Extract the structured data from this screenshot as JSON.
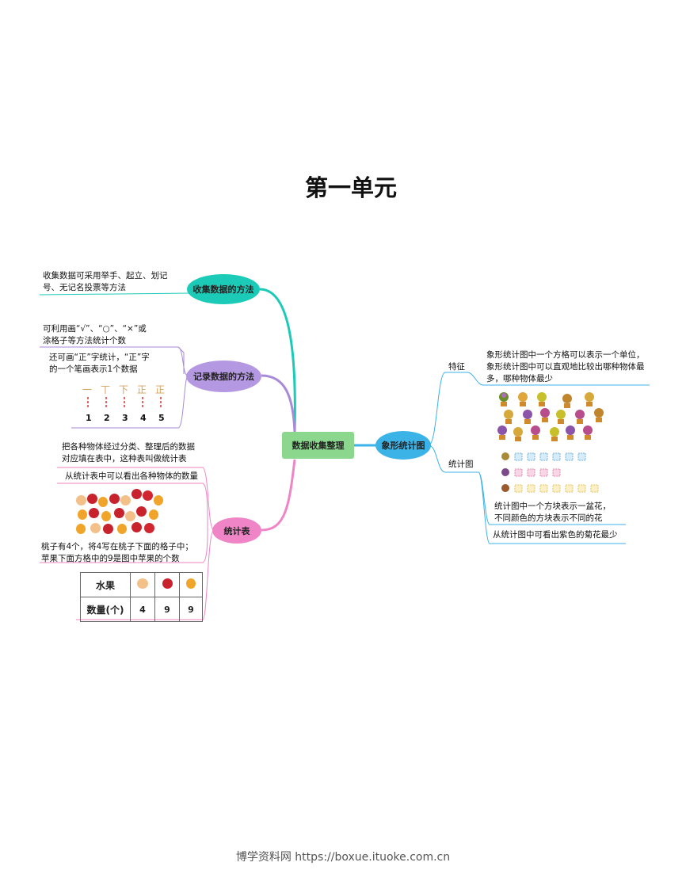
{
  "title": "第一单元",
  "center": "数据收集整理",
  "branches": {
    "collect_methods": {
      "label": "收集数据的方法",
      "color": "#1ccbb7",
      "note": [
        "收集数据可采用举手、起立、划记",
        "号、无记名投票等方法"
      ]
    },
    "record_methods": {
      "label": "记录数据的方法",
      "color": "#a98ad9",
      "note1": [
        "可利用画“√”、“○”、“×”或",
        "涂格子等方法统计个数"
      ],
      "note2": [
        "还可画“正”字统计，“正”字",
        "的一个笔画表示1个数据"
      ],
      "tally_marks": [
        "一",
        "丅",
        "下",
        "正",
        "正"
      ],
      "tally_numbers": [
        "1",
        "2",
        "3",
        "4",
        "5"
      ]
    },
    "stat_table": {
      "label": "统计表",
      "color": "#ef85c6",
      "note1": [
        "把各种物体经过分类、整理后的数据",
        "对应填在表中，这种表叫做统计表"
      ],
      "note2": "从统计表中可以看出各种物体的数量",
      "note3": [
        "桃子有4个，将4写在桃子下面的格子中；",
        "苹果下面方格中的9是图中苹果的个数"
      ],
      "table": {
        "header": "水果",
        "row_label": "数量(个)",
        "values": [
          "4",
          "9",
          "9"
        ]
      }
    },
    "pictograph": {
      "label": "象形统计图",
      "color": "#3bb3e6",
      "features_label": "特征",
      "features": [
        "象形统计图中一个方格可以表示一个单位，",
        "象形统计图中可以直观地比较出哪种物体最",
        "多，哪种物体最少"
      ],
      "chart_label": "统计图",
      "chart_note1": [
        "统计图中一个方块表示一盆花，",
        "不同颜色的方块表示不同的花"
      ],
      "chart_note2": "从统计图中可看出紫色的菊花最少"
    }
  },
  "footer": "博学资料网 https://boxue.ituoke.com.cn"
}
